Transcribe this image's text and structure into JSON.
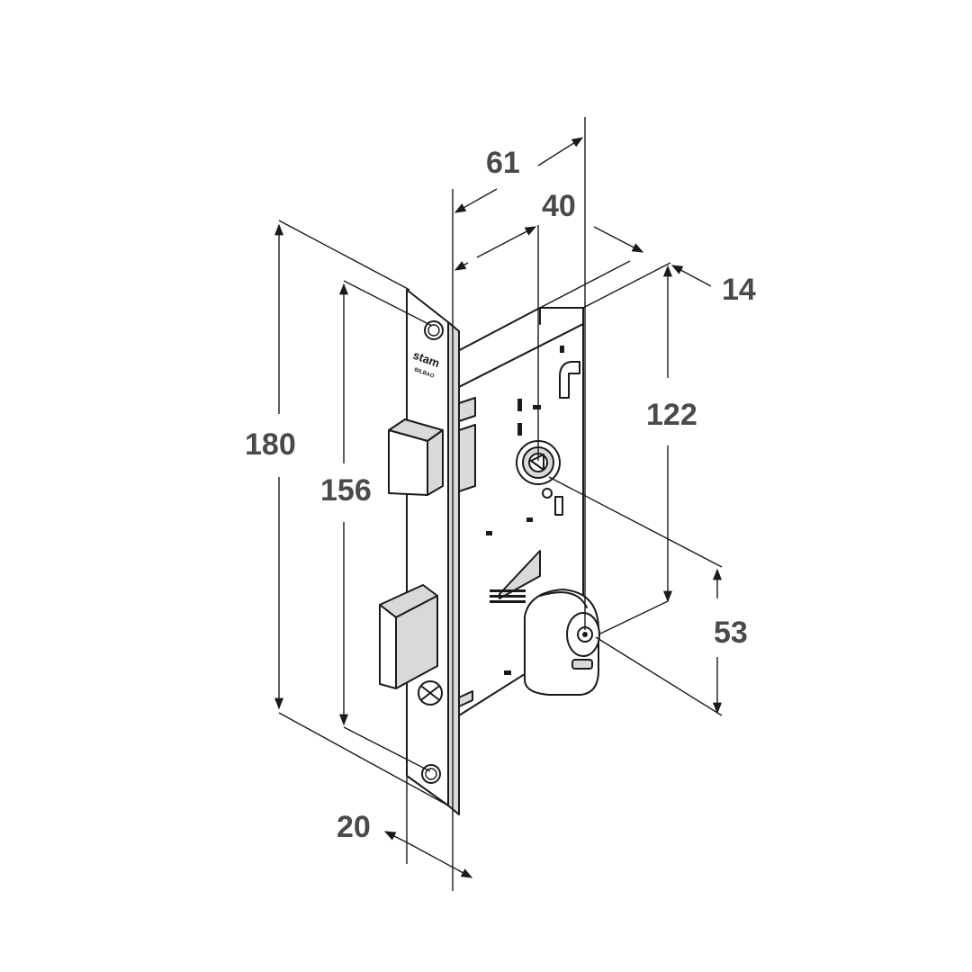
{
  "diagram": {
    "dimensions": {
      "total_height": "180",
      "screw_spacing": "156",
      "case_depth": "61",
      "backset": "40",
      "case_thickness": "14",
      "case_height": "122",
      "cylinder_distance": "53",
      "faceplate_width": "20"
    },
    "brand": {
      "name": "stam",
      "subtitle": "BILBAO"
    }
  }
}
